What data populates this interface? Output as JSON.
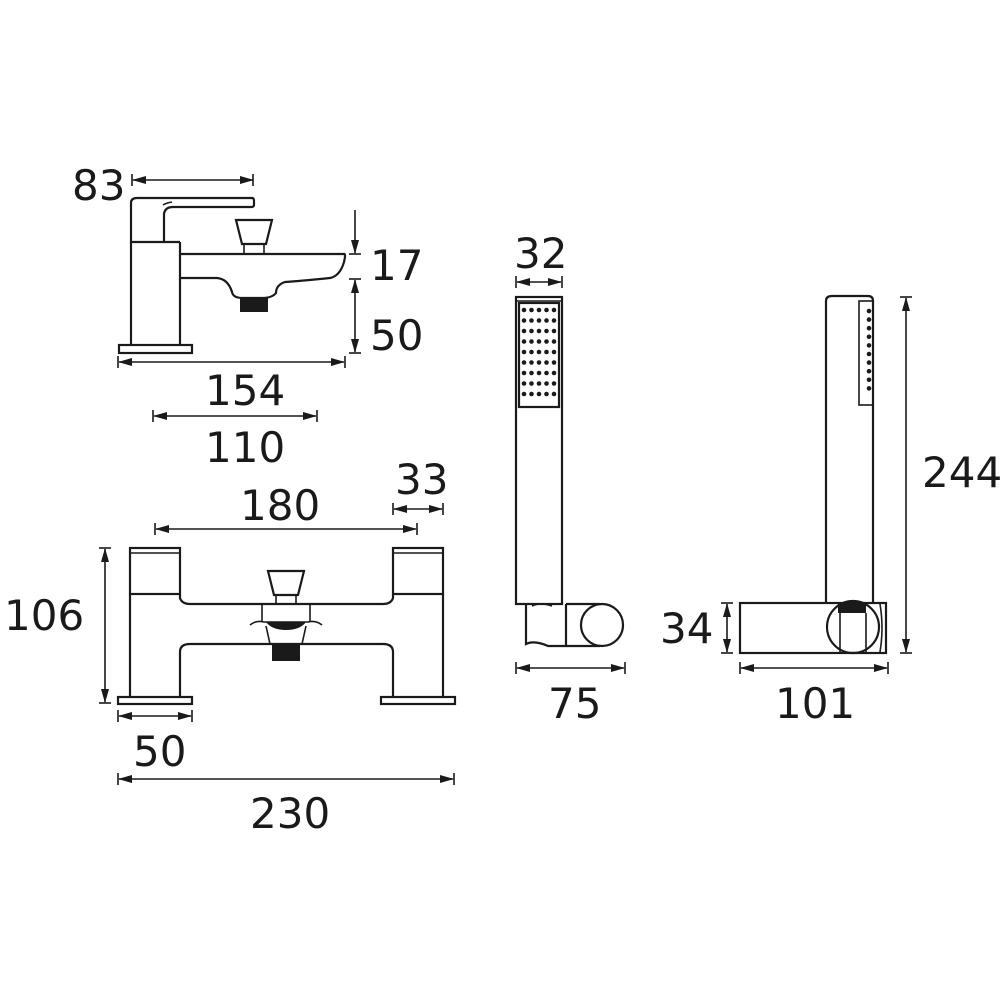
{
  "drawing": {
    "background": "#ffffff",
    "line_color": "#1a1a1a",
    "units": "mm",
    "views": [
      {
        "name": "bath-filler-side-view",
        "dimensions": {
          "lever_length": "83",
          "spout_height": "17",
          "spout_clearance": "50",
          "overall_depth": "154",
          "spout_reach": "110"
        }
      },
      {
        "name": "bath-filler-front-view",
        "dimensions": {
          "centres": "180",
          "handle_width": "33",
          "height": "106",
          "base_width": "50",
          "overall_width": "230"
        }
      },
      {
        "name": "handset-front-view",
        "dimensions": {
          "handset_width": "32",
          "holder_width": "75"
        }
      },
      {
        "name": "handset-side-view",
        "dimensions": {
          "overall_height": "244",
          "holder_height": "34",
          "holder_depth": "101"
        }
      }
    ]
  }
}
